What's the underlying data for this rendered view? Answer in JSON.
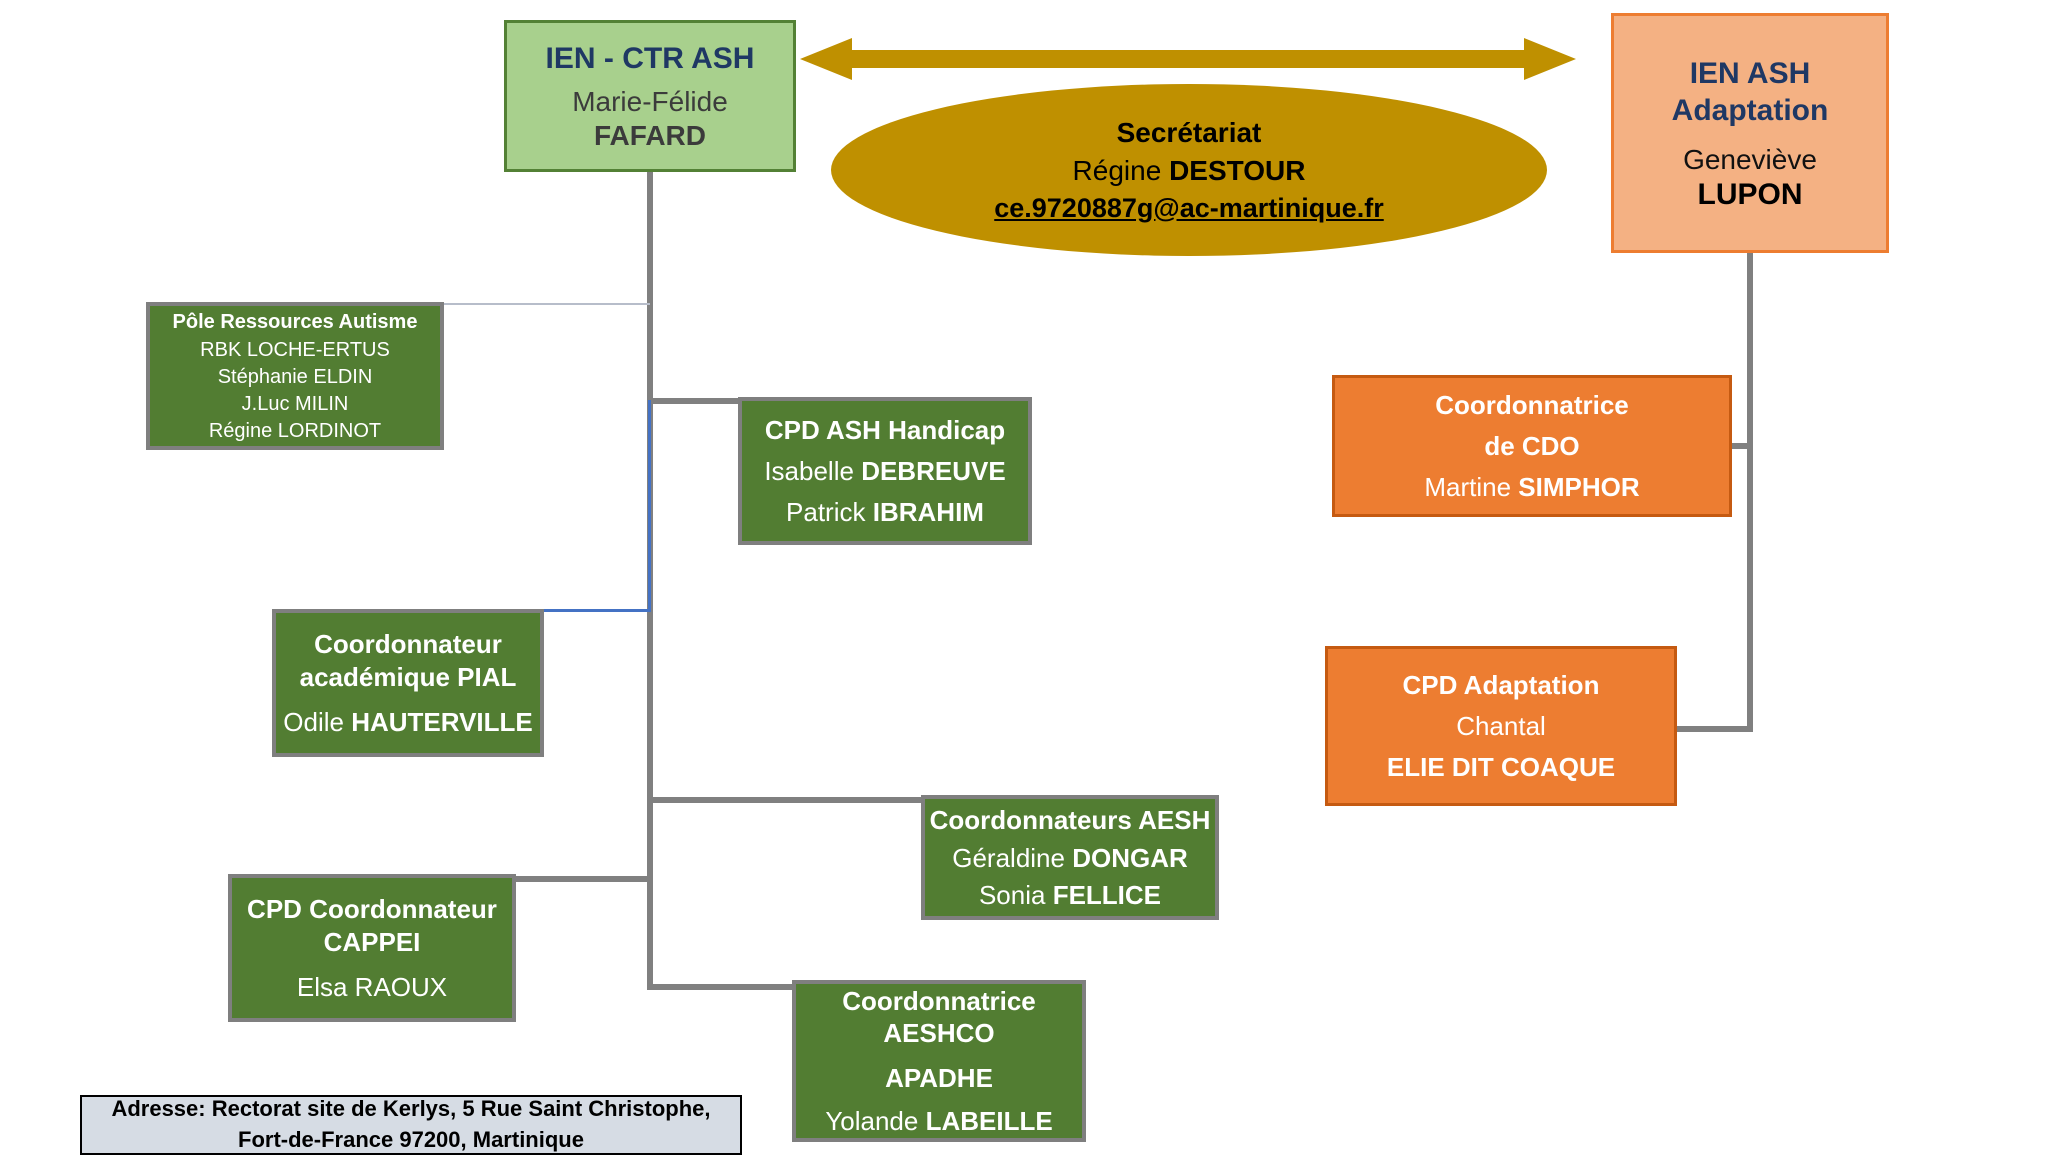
{
  "chart": {
    "nodes": {
      "ien_ctr_ash": {
        "title": "IEN - CTR ASH",
        "first": "Marie-Félide",
        "last": "FAFARD"
      },
      "secretariat": {
        "title": "Secrétariat",
        "first": "Régine",
        "last": "DESTOUR",
        "email": "ce.9720887g@ac-martinique.fr"
      },
      "ien_ash_adaptation": {
        "title_line1": "IEN ASH",
        "title_line2": "Adaptation",
        "first": "Geneviève",
        "last": "LUPON"
      },
      "pole_ressources_autisme": {
        "title": "Pôle Ressources Autisme",
        "members": [
          "RBK LOCHE-ERTUS",
          "Stéphanie ELDIN",
          "J.Luc MILIN",
          "Régine LORDINOT"
        ]
      },
      "cpd_ash_handicap": {
        "title": "CPD ASH Handicap",
        "members": [
          {
            "first": "Isabelle",
            "last": "DEBREUVE"
          },
          {
            "first": "Patrick",
            "last": "IBRAHIM"
          }
        ]
      },
      "coordonnateur_pial": {
        "title_line1": "Coordonnateur",
        "title_line2": "académique PIAL",
        "first": "Odile",
        "last": "HAUTERVILLE"
      },
      "coordonnateurs_aesh": {
        "title": "Coordonnateurs AESH",
        "members": [
          {
            "first": "Géraldine",
            "last": "DONGAR"
          },
          {
            "first": "Sonia",
            "last": "FELLICE"
          }
        ]
      },
      "cpd_cappei": {
        "title_line1": "CPD Coordonnateur",
        "title_line2": "CAPPEI",
        "first": "Elsa",
        "last": "RAOUX"
      },
      "coordonnatrice_aeshco": {
        "title_line1": "Coordonnatrice",
        "title_line2": "AESHCO",
        "title_line3": "APADHE",
        "first": "Yolande",
        "last": "LABEILLE"
      },
      "coordonnatrice_cdo": {
        "title_line1": "Coordonnatrice",
        "title_line2": "de CDO",
        "first": "Martine",
        "last": "SIMPHOR"
      },
      "cpd_adaptation": {
        "title": "CPD Adaptation",
        "first": "Chantal",
        "last": "ELIE DIT COAQUE"
      }
    },
    "address": {
      "line1": "Adresse: Rectorat site de Kerlys, 5 Rue Saint Christophe,",
      "line2": "Fort-de-France 97200, Martinique"
    },
    "colors": {
      "green_fill": "#527d32",
      "green_border": "#7f7f7f",
      "light_green_fill": "#a8d08d",
      "light_green_border": "#538135",
      "orange_fill": "#ed7d31",
      "orange_border": "#c55a11",
      "peach_fill": "#f4b183",
      "gold": "#bf9000",
      "navy_text": "#1f3864",
      "connector_gray": "#808080",
      "connector_blue": "#4472c4",
      "address_bg": "#d6dce4"
    }
  }
}
